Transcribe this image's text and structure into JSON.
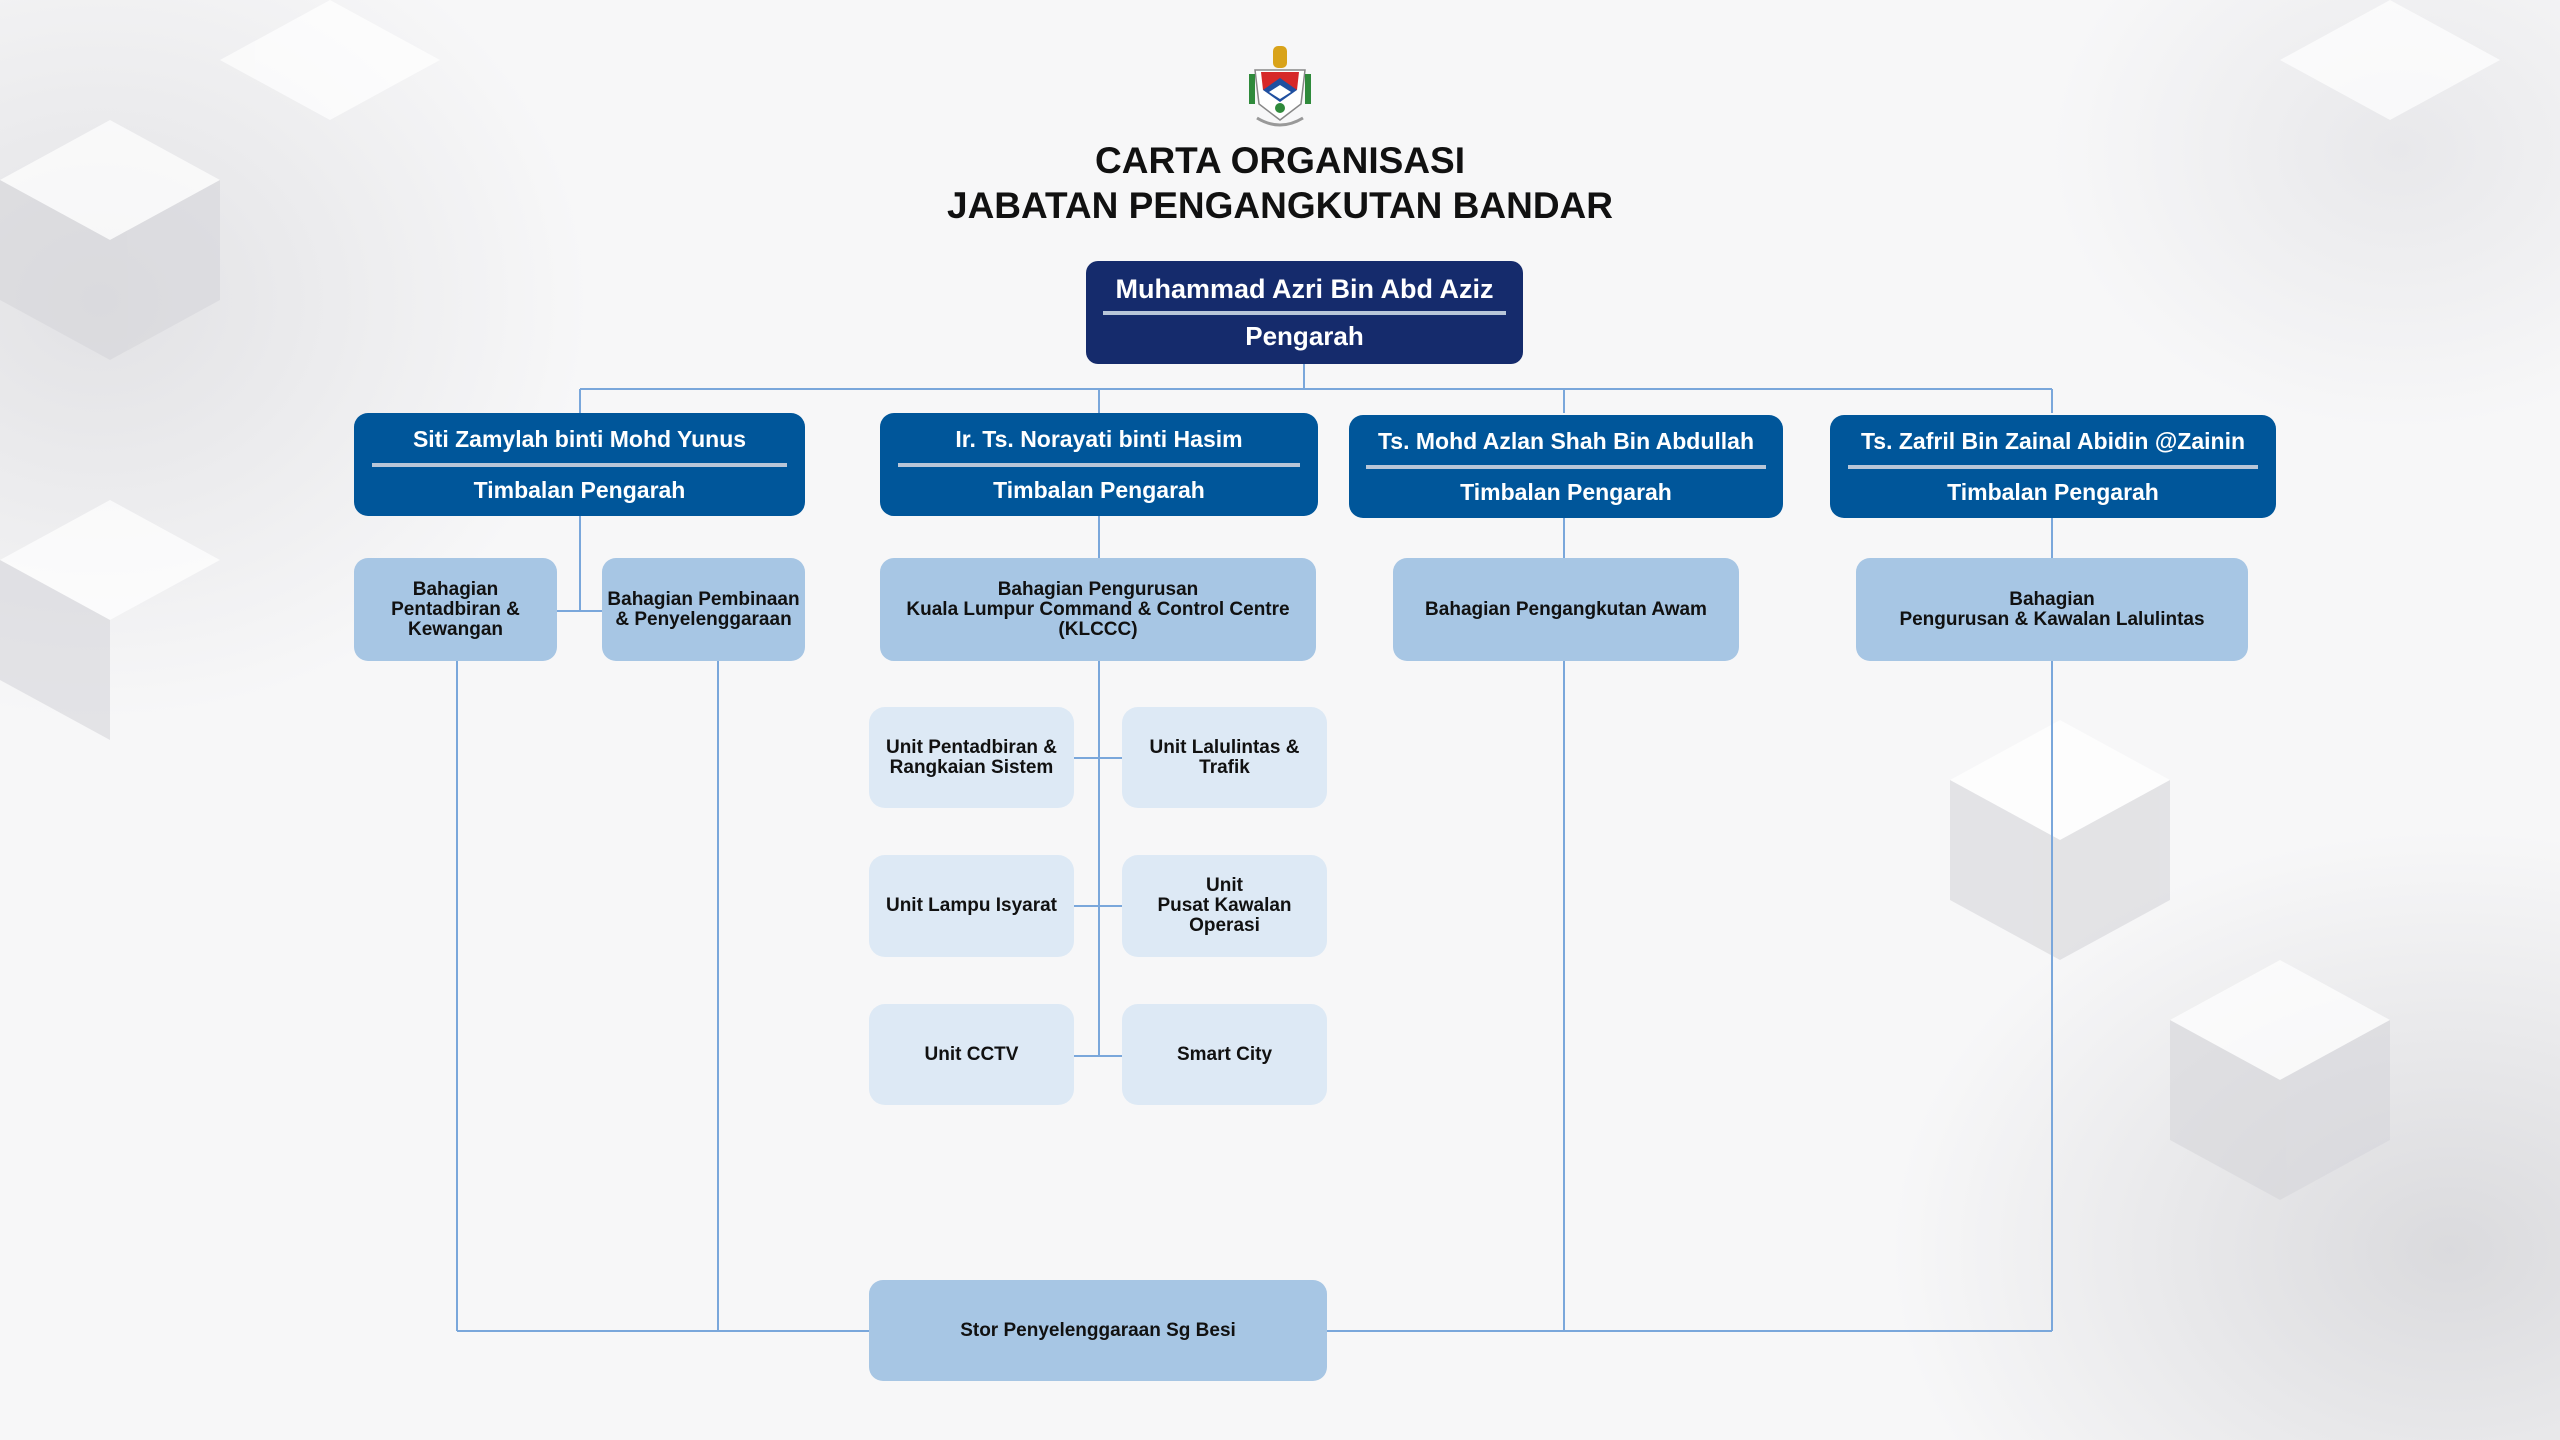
{
  "header": {
    "title_line1": "CARTA ORGANISASI",
    "title_line2": "JABATAN PENGANGKUTAN BANDAR"
  },
  "director": {
    "name": "Muhammad Azri Bin Abd Aziz",
    "role": "Pengarah"
  },
  "deputies": [
    {
      "name": "Siti Zamylah binti Mohd Yunus",
      "role": "Timbalan Pengarah"
    },
    {
      "name": "Ir. Ts. Norayati binti Hasim",
      "role": "Timbalan Pengarah"
    },
    {
      "name": "Ts. Mohd Azlan Shah Bin Abdullah",
      "role": "Timbalan Pengarah"
    },
    {
      "name": "Ts. Zafril Bin Zainal Abidin @Zainin",
      "role": "Timbalan Pengarah"
    }
  ],
  "divisions": [
    {
      "lines": [
        "Bahagian",
        "Pentadbiran &",
        "Kewangan"
      ]
    },
    {
      "lines": [
        "Bahagian Pembinaan",
        "& Penyelenggaraan"
      ]
    },
    {
      "lines": [
        "Bahagian Pengurusan",
        "Kuala Lumpur Command & Control Centre",
        "(KLCCC)"
      ]
    },
    {
      "lines": [
        "Bahagian Pengangkutan Awam"
      ]
    },
    {
      "lines": [
        "Bahagian",
        "Pengurusan & Kawalan Lalulintas"
      ]
    }
  ],
  "units": [
    {
      "lines": [
        "Unit Pentadbiran &",
        "Rangkaian Sistem"
      ]
    },
    {
      "lines": [
        "Unit Lalulintas &",
        "Trafik"
      ]
    },
    {
      "lines": [
        "Unit Lampu Isyarat"
      ]
    },
    {
      "lines": [
        "Unit",
        "Pusat Kawalan",
        "Operasi"
      ]
    },
    {
      "lines": [
        "Unit CCTV"
      ]
    },
    {
      "lines": [
        "Smart City"
      ]
    }
  ],
  "store": {
    "label": "Stor Penyelenggaraan Sg Besi"
  },
  "colors": {
    "director": "#152b6c",
    "deputy": "#00569a",
    "division": "#a7c6e4",
    "unit": "#dde9f5",
    "connector": "#7aa7db"
  }
}
